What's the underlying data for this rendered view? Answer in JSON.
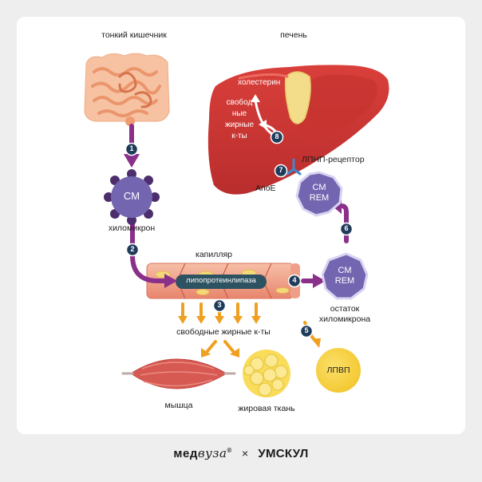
{
  "labels": {
    "small_intestine": "тонкий кишечник",
    "liver": "печень",
    "cholesterol": "холестерин",
    "liver_ffa_1": "свобод",
    "liver_ffa_2": "ные",
    "liver_ffa_3": "жирные",
    "liver_ffa_4": "к-ты",
    "ldl_receptor": "ЛПНП-рецептор",
    "apoe": "АпоЕ",
    "chylomicron_abbr": "CM",
    "chylomicron": "хиломикрон",
    "capillary": "капилляр",
    "lipoprotein_lipase": "липопротеинлипаза",
    "free_fatty_acids": "свободные жирные к-ты",
    "muscle": "мышца",
    "adipose": "жировая ткань",
    "remnant_abbr_1": "CM",
    "remnant_abbr_2": "REM",
    "remnant_1": "остаток",
    "remnant_2": "хиломикрона",
    "hdl": "ЛПВП"
  },
  "steps": [
    "1",
    "2",
    "3",
    "4",
    "5",
    "6",
    "7",
    "8"
  ],
  "footer": {
    "brand1_a": "мед",
    "brand1_b": "вуза",
    "reg": "®",
    "times": "×",
    "brand2": "УМСКУЛ"
  },
  "colors": {
    "arrow_purple": "#8a2f8a",
    "arrow_orange": "#f0a020",
    "step_badge": "#1f3b5a",
    "liver": "#d63c38",
    "gallbladder": "#f3dc8a",
    "particle": "#7465b0",
    "hdl": "#f7cf2e",
    "capillary": "#f2a98f",
    "enzyme": "#2d5262",
    "muscle": "#d65a52",
    "receptor": "#3b89d0"
  }
}
